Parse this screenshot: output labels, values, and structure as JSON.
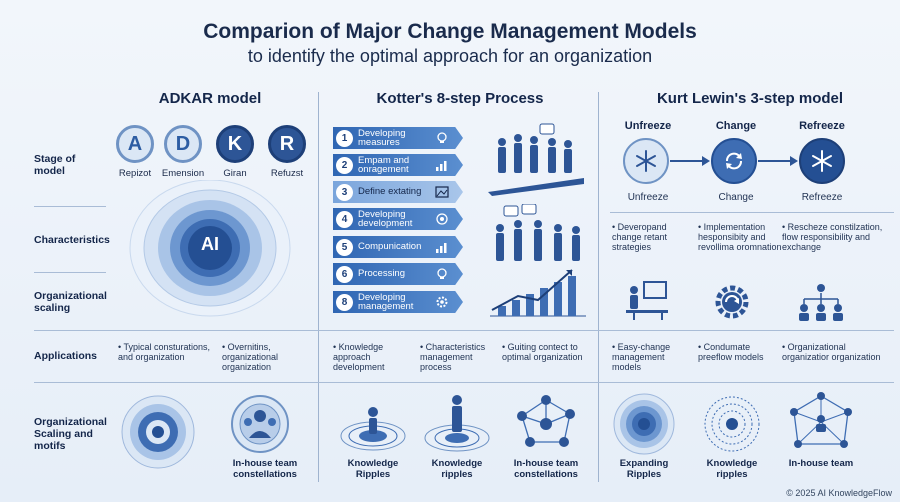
{
  "header": {
    "title": "Comparion of Major Change Management Models",
    "subtitle": "to identify the optimal approach for an organization"
  },
  "columns": {
    "adkar_title": "ADKAR model",
    "kotter_title": "Kotter's 8-step Process",
    "lewin_title": "Kurt Lewin's 3-step model"
  },
  "row_labels": {
    "stage": "Stage of model",
    "characteristics": "Characteristics",
    "scaling": "Organizational scaling",
    "applications": "Applications",
    "motifs": "Organizational Scaling and motifs"
  },
  "adkar": {
    "letters": [
      {
        "letter": "A",
        "label": "Repizot"
      },
      {
        "letter": "D",
        "label": "Emension"
      },
      {
        "letter": "K",
        "label": "Giran"
      },
      {
        "letter": "R",
        "label": "Refuzst"
      }
    ],
    "center_badge": "AI",
    "applications": [
      "Typical consturations, and organization",
      "Overnitins, organizational organization"
    ],
    "bottom_label": "In-house team constellations"
  },
  "kotter": {
    "steps": [
      {
        "num": "1",
        "text": "Developing measures"
      },
      {
        "num": "2",
        "text": "Empam and onragement"
      },
      {
        "num": "3",
        "text": "Define extating"
      },
      {
        "num": "4",
        "text": "Developing development"
      },
      {
        "num": "5",
        "text": "Compunication"
      },
      {
        "num": "6",
        "text": "Processing"
      },
      {
        "num": "8",
        "text": "Developing management"
      }
    ],
    "applications": [
      "Knowledge approach development",
      "Characteristics management process",
      "Guiting contect to optimal organization"
    ],
    "bottom_labels": [
      "Knowledge Ripples",
      "Knowledge ripples",
      "In-house team constellations"
    ]
  },
  "lewin": {
    "stages": [
      {
        "name": "Unfreeze",
        "caption": "Unfreeze"
      },
      {
        "name": "Change",
        "caption": "Change"
      },
      {
        "name": "Refreeze",
        "caption": "Refreeze"
      }
    ],
    "characteristics": [
      "Deveropand change retant strategies",
      "Implementation hesponsibity and revollima oromnation",
      "Rescheze constilzation, flow responsibility and exchange"
    ],
    "applications": [
      "Easy-change management models",
      "Condumate preeflow models",
      "Organizational organizatior organization"
    ],
    "bottom_labels": [
      "Expanding Ripples",
      "Knowledge ripples",
      "In-house team"
    ]
  },
  "footer": "© 2025 AI KnowledgeFlow",
  "colors": {
    "primary": "#2d5596",
    "accent": "#5b8fd0",
    "light": "#dbe7f5",
    "text": "#14264a"
  }
}
